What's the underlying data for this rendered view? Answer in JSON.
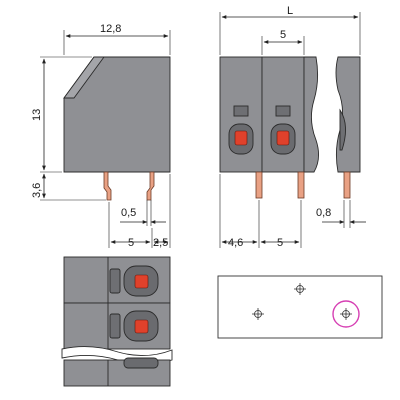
{
  "dimensions": {
    "width_top": "12,8",
    "height_left": "13",
    "pin_length": "3,6",
    "pin_thickness": "0,5",
    "pitch_side": "5",
    "offset_side": "2,5",
    "overall_length": "L",
    "pitch_front": "5",
    "offset_front": "4,6",
    "pitch_front_bottom": "5",
    "pin_width_front": "0,8"
  },
  "colors": {
    "body": "#8f9094",
    "button": "#e0412b",
    "pin": "#e9a184",
    "highlight": "#d63fb3"
  }
}
